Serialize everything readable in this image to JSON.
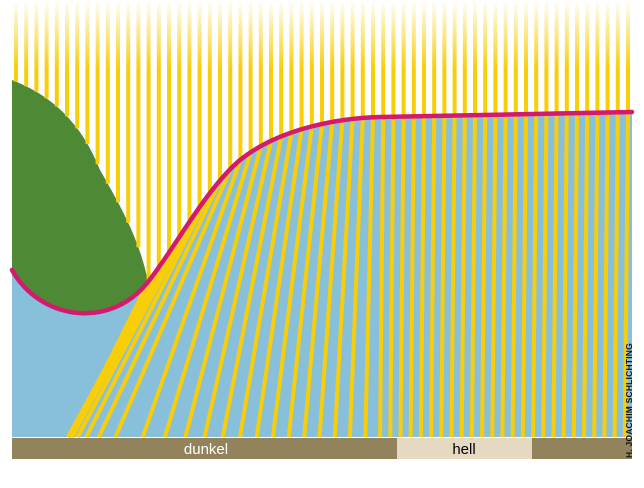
{
  "labels": {
    "dark_region": "dunkel",
    "bright_region": "hell",
    "credit": "H. JOACHIM SCHLICHTING"
  },
  "colors": {
    "sun_ray": "#f8cd0a",
    "water": "#88c0dc",
    "land": "#4e8a35",
    "water_surface": "#d41a6e",
    "ground_dark": "#93835c",
    "ground_bright": "#e6d9c2",
    "ground_text_dark": "#ffffff",
    "ground_text_bright": "#000000",
    "credit_text": "#111111"
  }
}
